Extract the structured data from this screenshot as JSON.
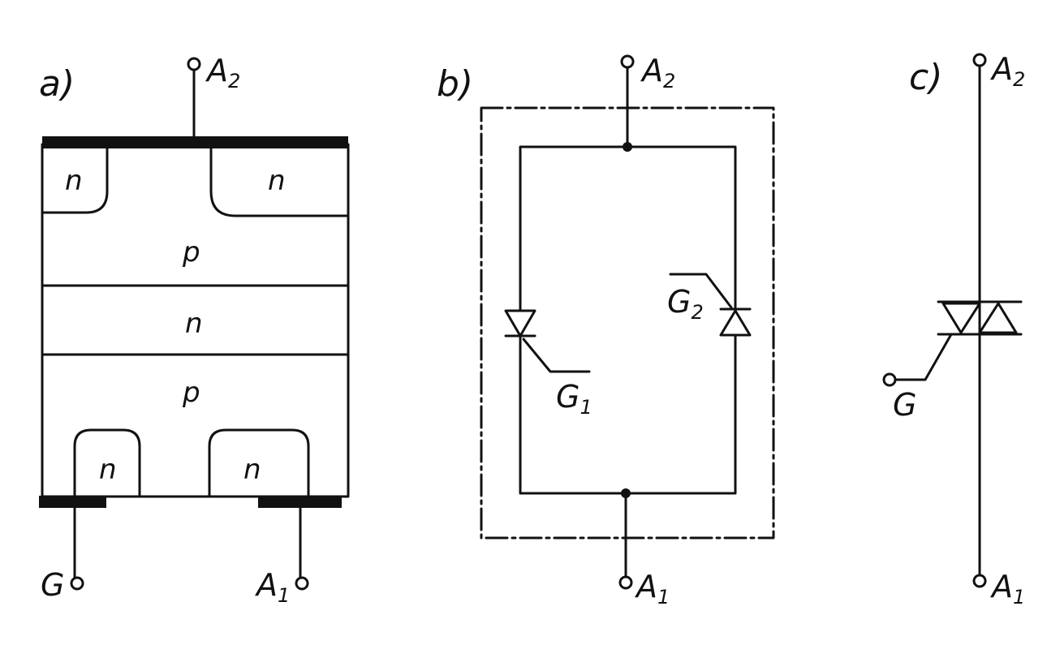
{
  "panels": {
    "a": {
      "label": "a)",
      "layers": {
        "n_top_left": "n",
        "n_top_right": "n",
        "p_upper": "p",
        "n_middle": "n",
        "p_lower": "p",
        "n_bottom_left": "n",
        "n_bottom_right": "n"
      },
      "terminals": {
        "top": {
          "name": "A",
          "sub": "2"
        },
        "gate": {
          "name": "G"
        },
        "bottom": {
          "name": "A",
          "sub": "1"
        }
      }
    },
    "b": {
      "label": "b)",
      "terminals": {
        "top": {
          "name": "A",
          "sub": "2"
        },
        "bottom": {
          "name": "A",
          "sub": "1"
        },
        "gate1": {
          "name": "G",
          "sub": "1"
        },
        "gate2": {
          "name": "G",
          "sub": "2"
        }
      }
    },
    "c": {
      "label": "c)",
      "terminals": {
        "top": {
          "name": "A",
          "sub": "2"
        },
        "bottom": {
          "name": "A",
          "sub": "1"
        },
        "gate": {
          "name": "G"
        }
      }
    }
  },
  "colors": {
    "ink": "#111111",
    "background": "#ffffff"
  }
}
